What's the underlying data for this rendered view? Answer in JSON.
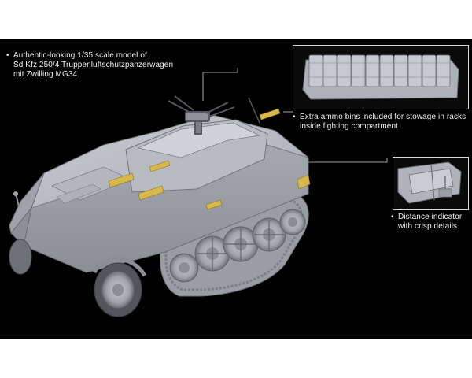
{
  "callouts": {
    "model": {
      "bullet": "•",
      "lines": [
        "Authentic-looking 1/35 scale model of",
        "Sd Kfz 250/4 Truppenluftschutzpanzerwagen",
        "mit Zwilling MG34"
      ]
    },
    "ammo": {
      "bullet": "•",
      "lines": [
        "Extra ammo bins included for stowage in racks",
        "inside fighting compartment"
      ]
    },
    "distance": {
      "bullet": "•",
      "lines": [
        "Distance indicator",
        "with crisp details"
      ]
    }
  },
  "colors": {
    "background": "#000000",
    "page": "#ffffff",
    "text": "#f2f2f2",
    "leader": "#cfcfcf",
    "model_grey": "#b9bcc3",
    "etch_brass": "#d8b84a"
  }
}
